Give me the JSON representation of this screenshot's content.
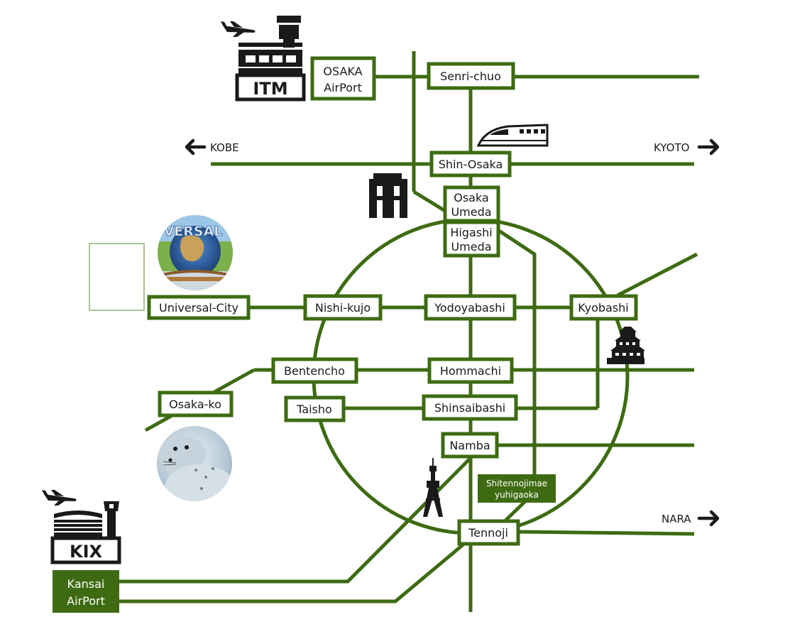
{
  "colors": {
    "line": "#3e6b12",
    "box_fill": "#ffffff",
    "dark_fill": "#3e6b12",
    "text": "#1a1a1a",
    "icon": "#1a1a1a"
  },
  "airports": {
    "itm_code": "ITM",
    "kix_code": "KIX"
  },
  "directions": {
    "kobe": "KOBE",
    "kyoto": "KYOTO",
    "nara": "NARA"
  },
  "stations": {
    "osaka_airport": [
      "OSAKA",
      "AirPort"
    ],
    "senri_chuo": [
      "Senri-chuo"
    ],
    "shin_osaka": [
      "Shin-Osaka"
    ],
    "osaka_umeda": [
      "Osaka",
      "Umeda"
    ],
    "higashi_umeda": [
      "Higashi",
      "Umeda"
    ],
    "universal_city": [
      "Universal-City"
    ],
    "nishi_kujo": [
      "Nishi-kujo"
    ],
    "yodoyabashi": [
      "Yodoyabashi"
    ],
    "kyobashi": [
      "Kyobashi"
    ],
    "bentencho": [
      "Bentencho"
    ],
    "hommachi": [
      "Hommachi"
    ],
    "osaka_ko": [
      "Osaka-ko"
    ],
    "taisho": [
      "Taisho"
    ],
    "shinsaibashi": [
      "Shinsaibashi"
    ],
    "namba": [
      "Namba"
    ],
    "shitennojimae": [
      "Shitennojimae",
      "yuhigaoka"
    ],
    "tennoji": [
      "Tennoji"
    ],
    "kansai_airport": [
      "Kansai",
      "AirPort"
    ]
  },
  "usj_logo_text": "VERSAL"
}
